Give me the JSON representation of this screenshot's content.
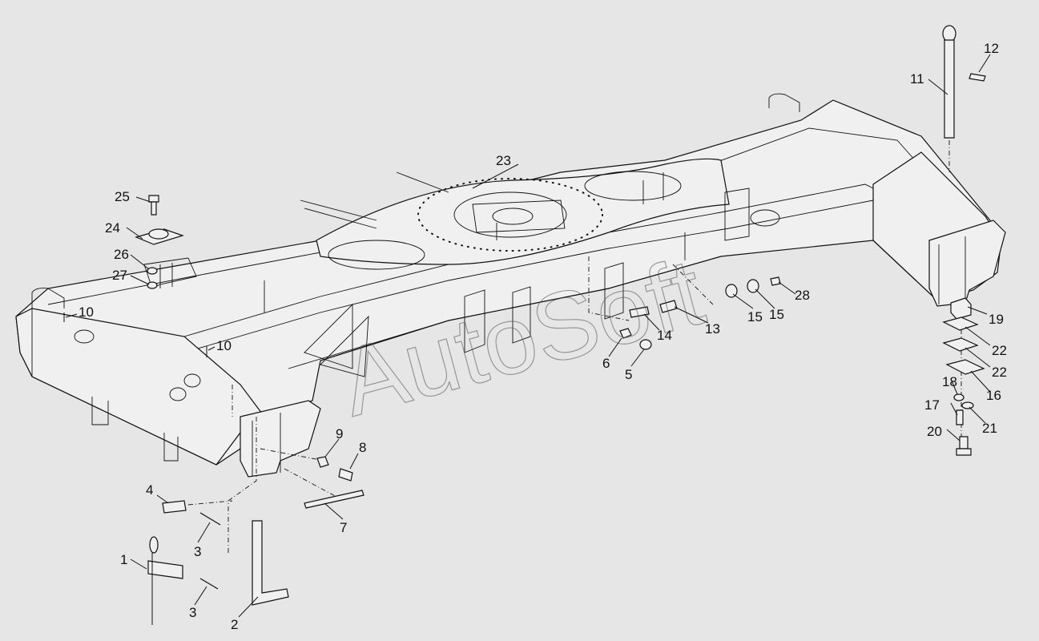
{
  "diagram": {
    "watermark": "AutoSoft",
    "callouts": [
      {
        "id": "c1",
        "label": "1"
      },
      {
        "id": "c2",
        "label": "2"
      },
      {
        "id": "c3a",
        "label": "3"
      },
      {
        "id": "c3b",
        "label": "3"
      },
      {
        "id": "c4",
        "label": "4"
      },
      {
        "id": "c5",
        "label": "5"
      },
      {
        "id": "c6",
        "label": "6"
      },
      {
        "id": "c7",
        "label": "7"
      },
      {
        "id": "c8",
        "label": "8"
      },
      {
        "id": "c9",
        "label": "9"
      },
      {
        "id": "c10a",
        "label": "10"
      },
      {
        "id": "c10b",
        "label": "10"
      },
      {
        "id": "c11",
        "label": "11"
      },
      {
        "id": "c12",
        "label": "12"
      },
      {
        "id": "c13",
        "label": "13"
      },
      {
        "id": "c14",
        "label": "14"
      },
      {
        "id": "c15a",
        "label": "15"
      },
      {
        "id": "c15b",
        "label": "15"
      },
      {
        "id": "c16",
        "label": "16"
      },
      {
        "id": "c17",
        "label": "17"
      },
      {
        "id": "c18",
        "label": "18"
      },
      {
        "id": "c19",
        "label": "19"
      },
      {
        "id": "c20",
        "label": "20"
      },
      {
        "id": "c21",
        "label": "21"
      },
      {
        "id": "c22a",
        "label": "22"
      },
      {
        "id": "c22b",
        "label": "22"
      },
      {
        "id": "c23",
        "label": "23"
      },
      {
        "id": "c24",
        "label": "24"
      },
      {
        "id": "c25",
        "label": "25"
      },
      {
        "id": "c26",
        "label": "26"
      },
      {
        "id": "c27",
        "label": "27"
      },
      {
        "id": "c28",
        "label": "28"
      }
    ]
  }
}
